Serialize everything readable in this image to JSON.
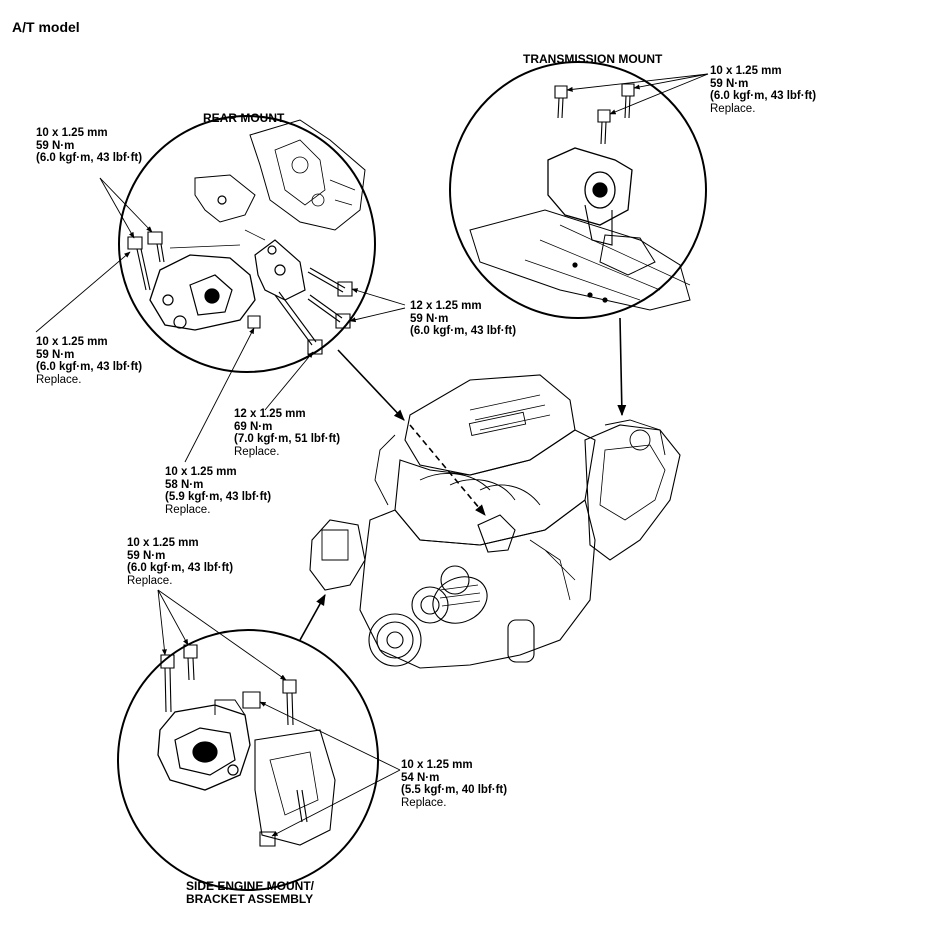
{
  "title": "A/T model",
  "captions": {
    "rear_mount": "REAR MOUNT",
    "transmission_mount": "TRANSMISSION MOUNT",
    "side_mount_line1": "SIDE ENGINE MOUNT/",
    "side_mount_line2": "BRACKET ASSEMBLY"
  },
  "specs": [
    {
      "size": "10 x 1.25 mm",
      "torque": "59 N·m",
      "alt": "(6.0 kgf·m, 43 lbf·ft)",
      "note": ""
    },
    {
      "size": "10 x 1.25 mm",
      "torque": "59 N·m",
      "alt": "(6.0 kgf·m, 43 lbf·ft)",
      "note": "Replace."
    },
    {
      "size": "12 x 1.25 mm",
      "torque": "59 N·m",
      "alt": "(6.0 kgf·m, 43 lbf·ft)",
      "note": ""
    },
    {
      "size": "12 x 1.25 mm",
      "torque": "69 N·m",
      "alt": "(7.0 kgf·m, 51 lbf·ft)",
      "note": "Replace."
    },
    {
      "size": "10 x 1.25 mm",
      "torque": "58 N·m",
      "alt": "(5.9 kgf·m, 43 lbf·ft)",
      "note": "Replace."
    },
    {
      "size": "10 x 1.25 mm",
      "torque": "59 N·m",
      "alt": "(6.0 kgf·m, 43 lbf·ft)",
      "note": "Replace."
    },
    {
      "size": "10 x 1.25 mm",
      "torque": "59 N·m",
      "alt": "(6.0 kgf·m, 43 lbf·ft)",
      "note": "Replace."
    },
    {
      "size": "10 x 1.25 mm",
      "torque": "54 N·m",
      "alt": "(5.5 kgf·m, 40 lbf·ft)",
      "note": "Replace."
    }
  ]
}
